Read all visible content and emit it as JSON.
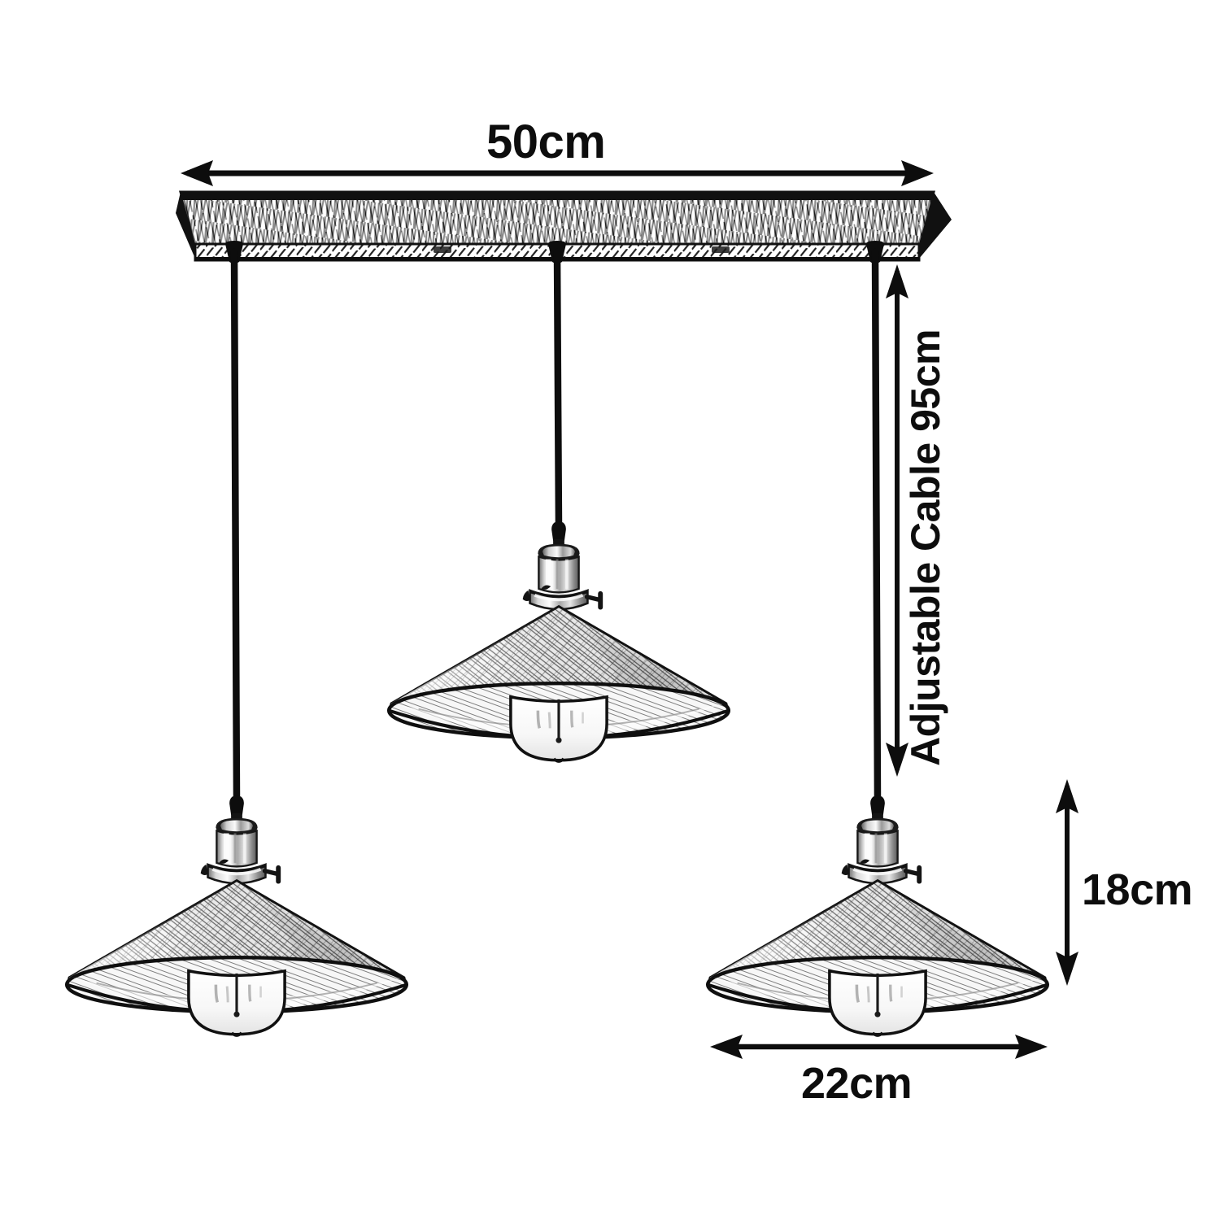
{
  "diagram": {
    "title": "Pendant Light Dimension Diagram",
    "product": "3-way ceiling pendant light with conical metal shades",
    "background_color": "#ffffff",
    "line_color": "#0d0d0d",
    "shade_fill": "#f2f2f2",
    "chrome_color": "#c9c9c9"
  },
  "dimensions": {
    "width": {
      "label": "50cm",
      "name": "ceiling-plate-width",
      "orientation": "horizontal"
    },
    "cable": {
      "label": "Adjustable Cable 95cm",
      "name": "cable-length",
      "orientation": "vertical"
    },
    "shade_height": {
      "label": "18cm",
      "name": "shade-height",
      "orientation": "vertical"
    },
    "shade_diameter": {
      "label": "22cm",
      "name": "shade-diameter",
      "orientation": "horizontal"
    }
  },
  "parts": {
    "ceiling_plate": "ceiling-mount-plate",
    "cables": [
      "cable-left",
      "cable-center",
      "cable-right"
    ],
    "lamp_holders": [
      "lamp-holder-left",
      "lamp-holder-center",
      "lamp-holder-right"
    ],
    "shades": [
      "lamp-shade-left",
      "lamp-shade-center",
      "lamp-shade-right"
    ],
    "bulbs": [
      "light-bulb-left",
      "light-bulb-center",
      "light-bulb-right"
    ]
  }
}
